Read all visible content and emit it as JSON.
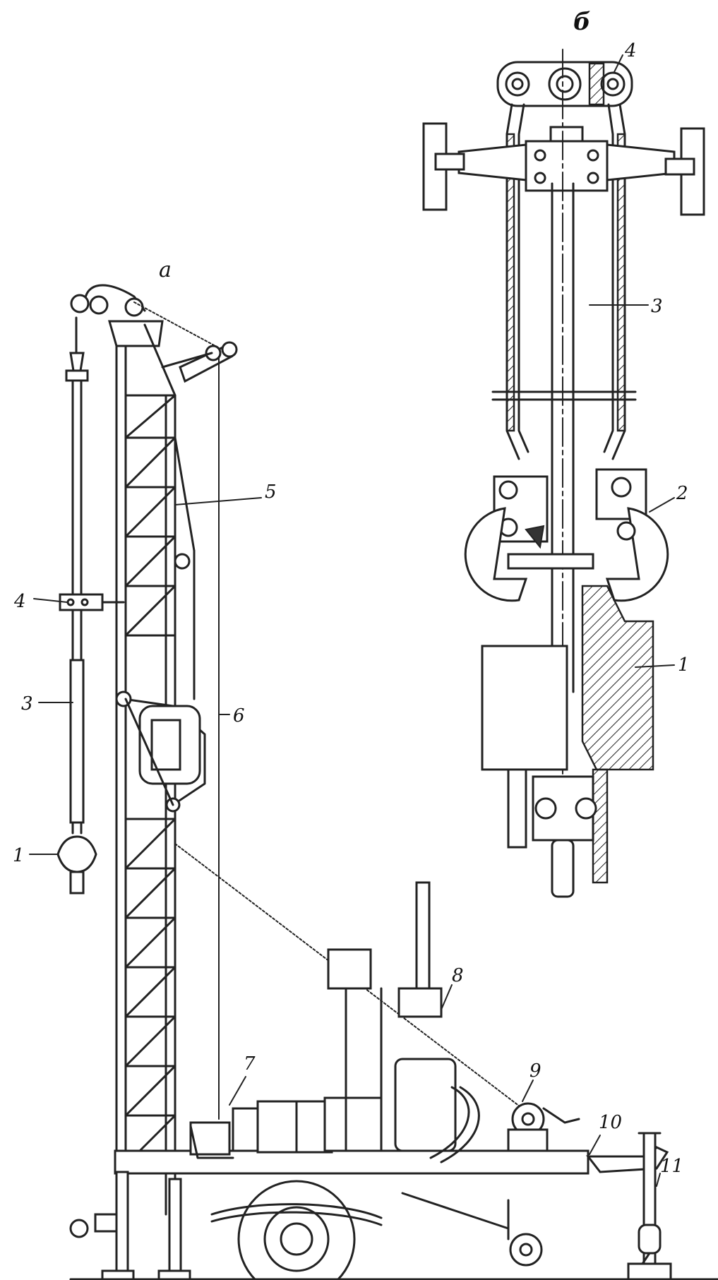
{
  "view_a": {
    "title": "a"
  },
  "view_b": {
    "title": "б"
  },
  "callouts_a": [
    "1",
    "3",
    "4",
    "5",
    "6",
    "7",
    "8",
    "9",
    "10",
    "11"
  ],
  "callouts_b": [
    "1",
    "2",
    "3",
    "4"
  ]
}
